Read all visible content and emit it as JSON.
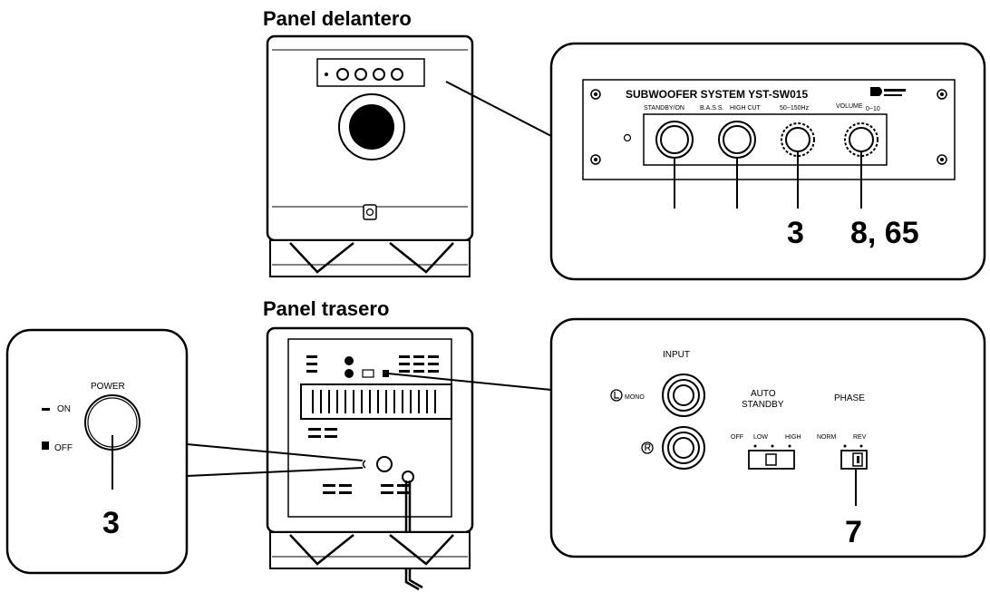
{
  "front": {
    "heading": "Panel delantero",
    "panel_title": "SUBWOOFER SYSTEM YST-SW015",
    "standby_label": "STANDBY/ON",
    "bass_label": "B.A.S.S.",
    "highcut_label": "HIGH CUT",
    "freq_range": "50~150Hz",
    "volume_label": "VOLUME",
    "volume_range": "0~10",
    "ref_highcut": "3",
    "ref_volume": "8, 65"
  },
  "rear": {
    "heading": "Panel trasero",
    "power_label": "POWER",
    "on_label": "ON",
    "off_label": "OFF",
    "ref_power": "3",
    "input_label": "INPUT",
    "input_l": "MONO",
    "auto_standby_line1": "AUTO",
    "auto_standby_line2": "STANDBY",
    "auto_off": "OFF",
    "auto_low": "LOW",
    "auto_high": "HIGH",
    "phase_label": "PHASE",
    "phase_norm": "NORM",
    "phase_rev": "REV",
    "ref_phase": "7"
  }
}
